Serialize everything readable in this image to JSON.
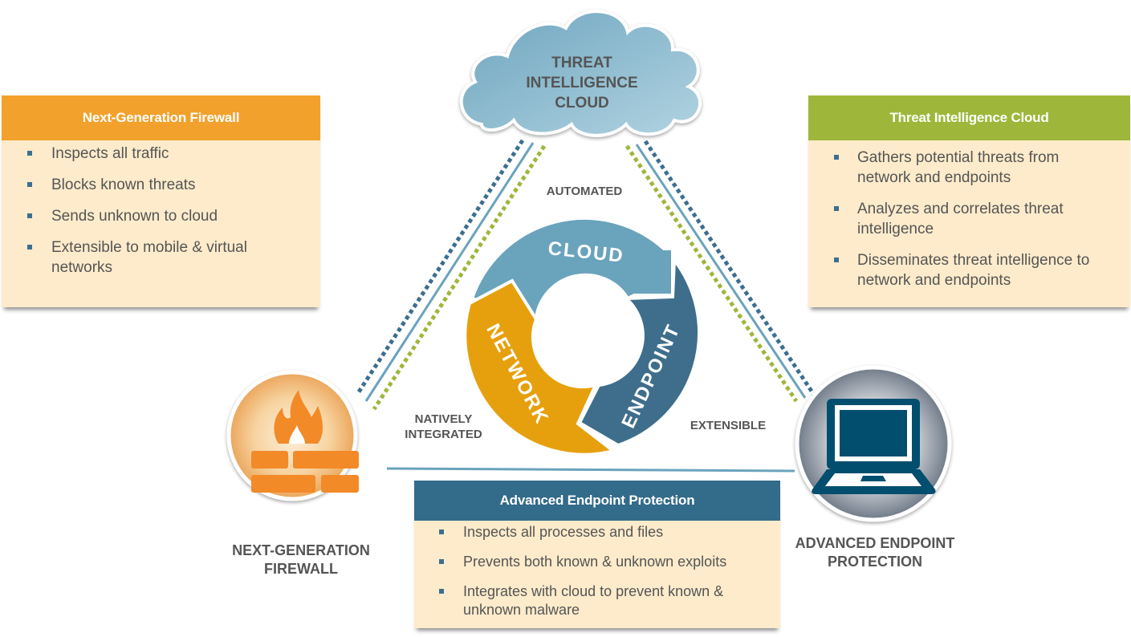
{
  "cloud": {
    "label_lines": [
      "THREAT",
      "INTELLIGENCE",
      "CLOUD"
    ]
  },
  "cycle": {
    "segments": [
      {
        "label": "CLOUD",
        "color": "#6aa3bc"
      },
      {
        "label": "ENDPOINT",
        "color": "#3e6e8c"
      },
      {
        "label": "NETWORK",
        "color": "#e6a00d"
      }
    ]
  },
  "edge_labels": {
    "top": "AUTOMATED",
    "left_lines": [
      "NATIVELY",
      "INTEGRATED"
    ],
    "right": "EXTENSIBLE"
  },
  "nodes": {
    "firewall": {
      "label_lines": [
        "NEXT-GENERATION",
        "FIREWALL"
      ],
      "icon": "firewall-icon"
    },
    "endpoint": {
      "label_lines": [
        "ADVANCED ENDPOINT",
        "PROTECTION"
      ],
      "icon": "laptop-icon"
    }
  },
  "cards": {
    "firewall": {
      "title": "Next-Generation Firewall",
      "color": "#f2a12c",
      "bullets": [
        "Inspects all traffic",
        "Blocks known threats",
        "Sends unknown to cloud",
        "Extensible to mobile & virtual networks"
      ]
    },
    "cloud": {
      "title": "Threat Intelligence Cloud",
      "color": "#9eb73a",
      "bullets": [
        "Gathers potential threats from network and endpoints",
        "Analyzes and correlates threat intelligence",
        "Disseminates threat intelligence to network and endpoints"
      ]
    },
    "endpoint": {
      "title": "Advanced Endpoint Protection",
      "color": "#336b8a",
      "bullets": [
        "Inspects all processes and files",
        "Prevents both known & unknown exploits",
        "Integrates with cloud to prevent known & unknown malware"
      ]
    }
  },
  "colors": {
    "connector_dark": "#3c6e8f",
    "connector_light": "#6aa3bc",
    "connector_green": "#9eb73a",
    "card_body": "#fdebcb",
    "text": "#555555"
  }
}
